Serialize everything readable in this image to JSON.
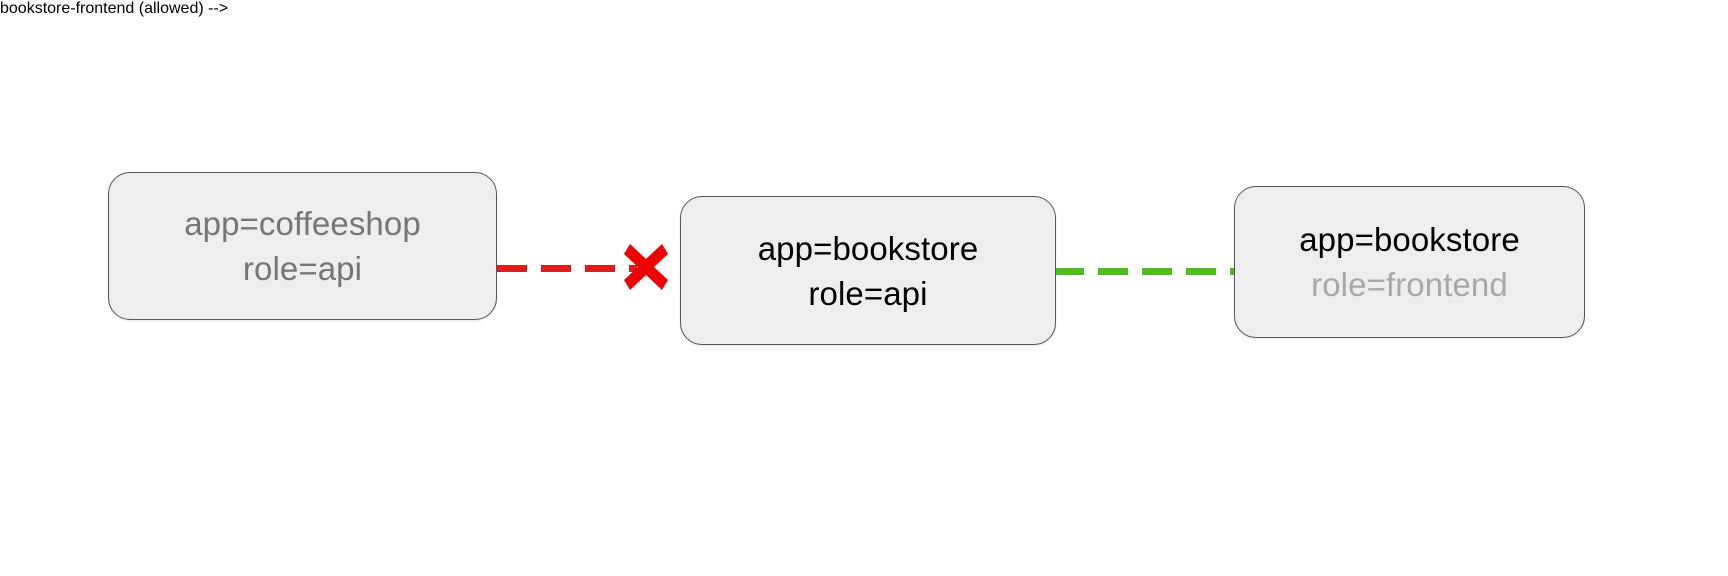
{
  "diagram": {
    "type": "network-policy-graph",
    "background": "#ffffff",
    "nodes": [
      {
        "id": "coffeeshop-api",
        "name": "node-coffeeshop-api",
        "lines": [
          {
            "text": "app=coffeeshop",
            "color": "#767676"
          },
          {
            "text": "role=api",
            "color": "#767676"
          }
        ],
        "fill": "#eeeeee",
        "stroke": "#575757"
      },
      {
        "id": "bookstore-api",
        "name": "node-bookstore-api",
        "lines": [
          {
            "text": "app=bookstore",
            "color": "#000000"
          },
          {
            "text": "role=api",
            "color": "#000000"
          }
        ],
        "fill": "#eeeeee",
        "stroke": "#575757"
      },
      {
        "id": "bookstore-frontend",
        "name": "node-bookstore-frontend",
        "lines": [
          {
            "text": "app=bookstore",
            "color": "#000000"
          },
          {
            "text": "role=frontend",
            "color": "#a8a8a8"
          }
        ],
        "fill": "#eeeeee",
        "stroke": "#575757"
      }
    ],
    "edges": [
      {
        "id": "denied",
        "name": "edge-denied",
        "from": "coffeeshop-api",
        "to": "bookstore-api",
        "style": "dashed",
        "color": "#e01b1b",
        "status": "blocked",
        "marker": "cross-icon"
      },
      {
        "id": "allowed",
        "name": "edge-allowed",
        "from": "bookstore-api",
        "to": "bookstore-frontend",
        "style": "dashed",
        "color": "#4fbc1f",
        "status": "allowed",
        "marker": "none"
      }
    ],
    "marker": {
      "blocked_label": "✖",
      "blocked_color": "#ee0000"
    }
  }
}
